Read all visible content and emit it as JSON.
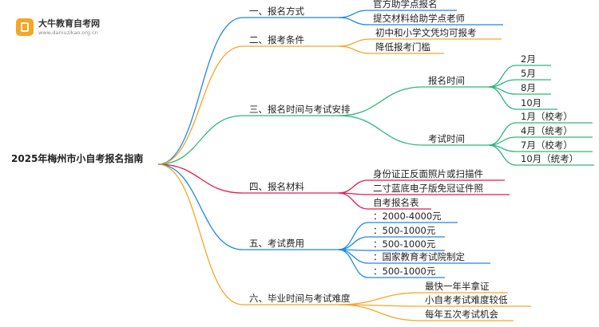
{
  "logo": {
    "name": "大牛教育自考网",
    "url": "www.daniuzikao.org.cn"
  },
  "colors": {
    "blue": "#1e88e5",
    "orange": "#f5a623",
    "green": "#2eb67d",
    "red": "#e6194b"
  },
  "mindmap": {
    "root": "2025年梅州市小自考报名指南",
    "branches": [
      {
        "label": "一、报名方式",
        "color": "blue",
        "children": [
          {
            "label": "官方助学点报名"
          },
          {
            "label": "提交材料给助学点老师"
          }
        ]
      },
      {
        "label": "二、报考条件",
        "color": "orange",
        "children": [
          {
            "label": "初中和小学文凭均可报考"
          },
          {
            "label": "降低报考门槛"
          }
        ]
      },
      {
        "label": "三、报名时间与考试安排",
        "color": "green",
        "children": [
          {
            "label": "报名时间",
            "children": [
              {
                "label": "2月"
              },
              {
                "label": "5月"
              },
              {
                "label": "8月"
              },
              {
                "label": "10月"
              }
            ]
          },
          {
            "label": "考试时间",
            "children": [
              {
                "label": "1月（校考）"
              },
              {
                "label": "4月（统考）"
              },
              {
                "label": "7月（校考）"
              },
              {
                "label": "10月（统考）"
              }
            ]
          }
        ]
      },
      {
        "label": "四、报名材料",
        "color": "red",
        "children": [
          {
            "label": "身份证正反面照片或扫描件"
          },
          {
            "label": "二寸蓝底电子版免冠证件照"
          },
          {
            "label": "自考报名表"
          }
        ]
      },
      {
        "label": "五、考试费用",
        "color": "blue",
        "children": [
          {
            "label": "：2000-4000元"
          },
          {
            "label": "：500-1000元"
          },
          {
            "label": "：500-1000元"
          },
          {
            "label": "：国家教育考试院制定"
          },
          {
            "label": "：500-1000元"
          }
        ]
      },
      {
        "label": "六、毕业时间与考试难度",
        "color": "orange",
        "children": [
          {
            "label": "最快一年半拿证"
          },
          {
            "label": "小自考考试难度较低"
          },
          {
            "label": "每年五次考试机会"
          }
        ]
      }
    ]
  }
}
